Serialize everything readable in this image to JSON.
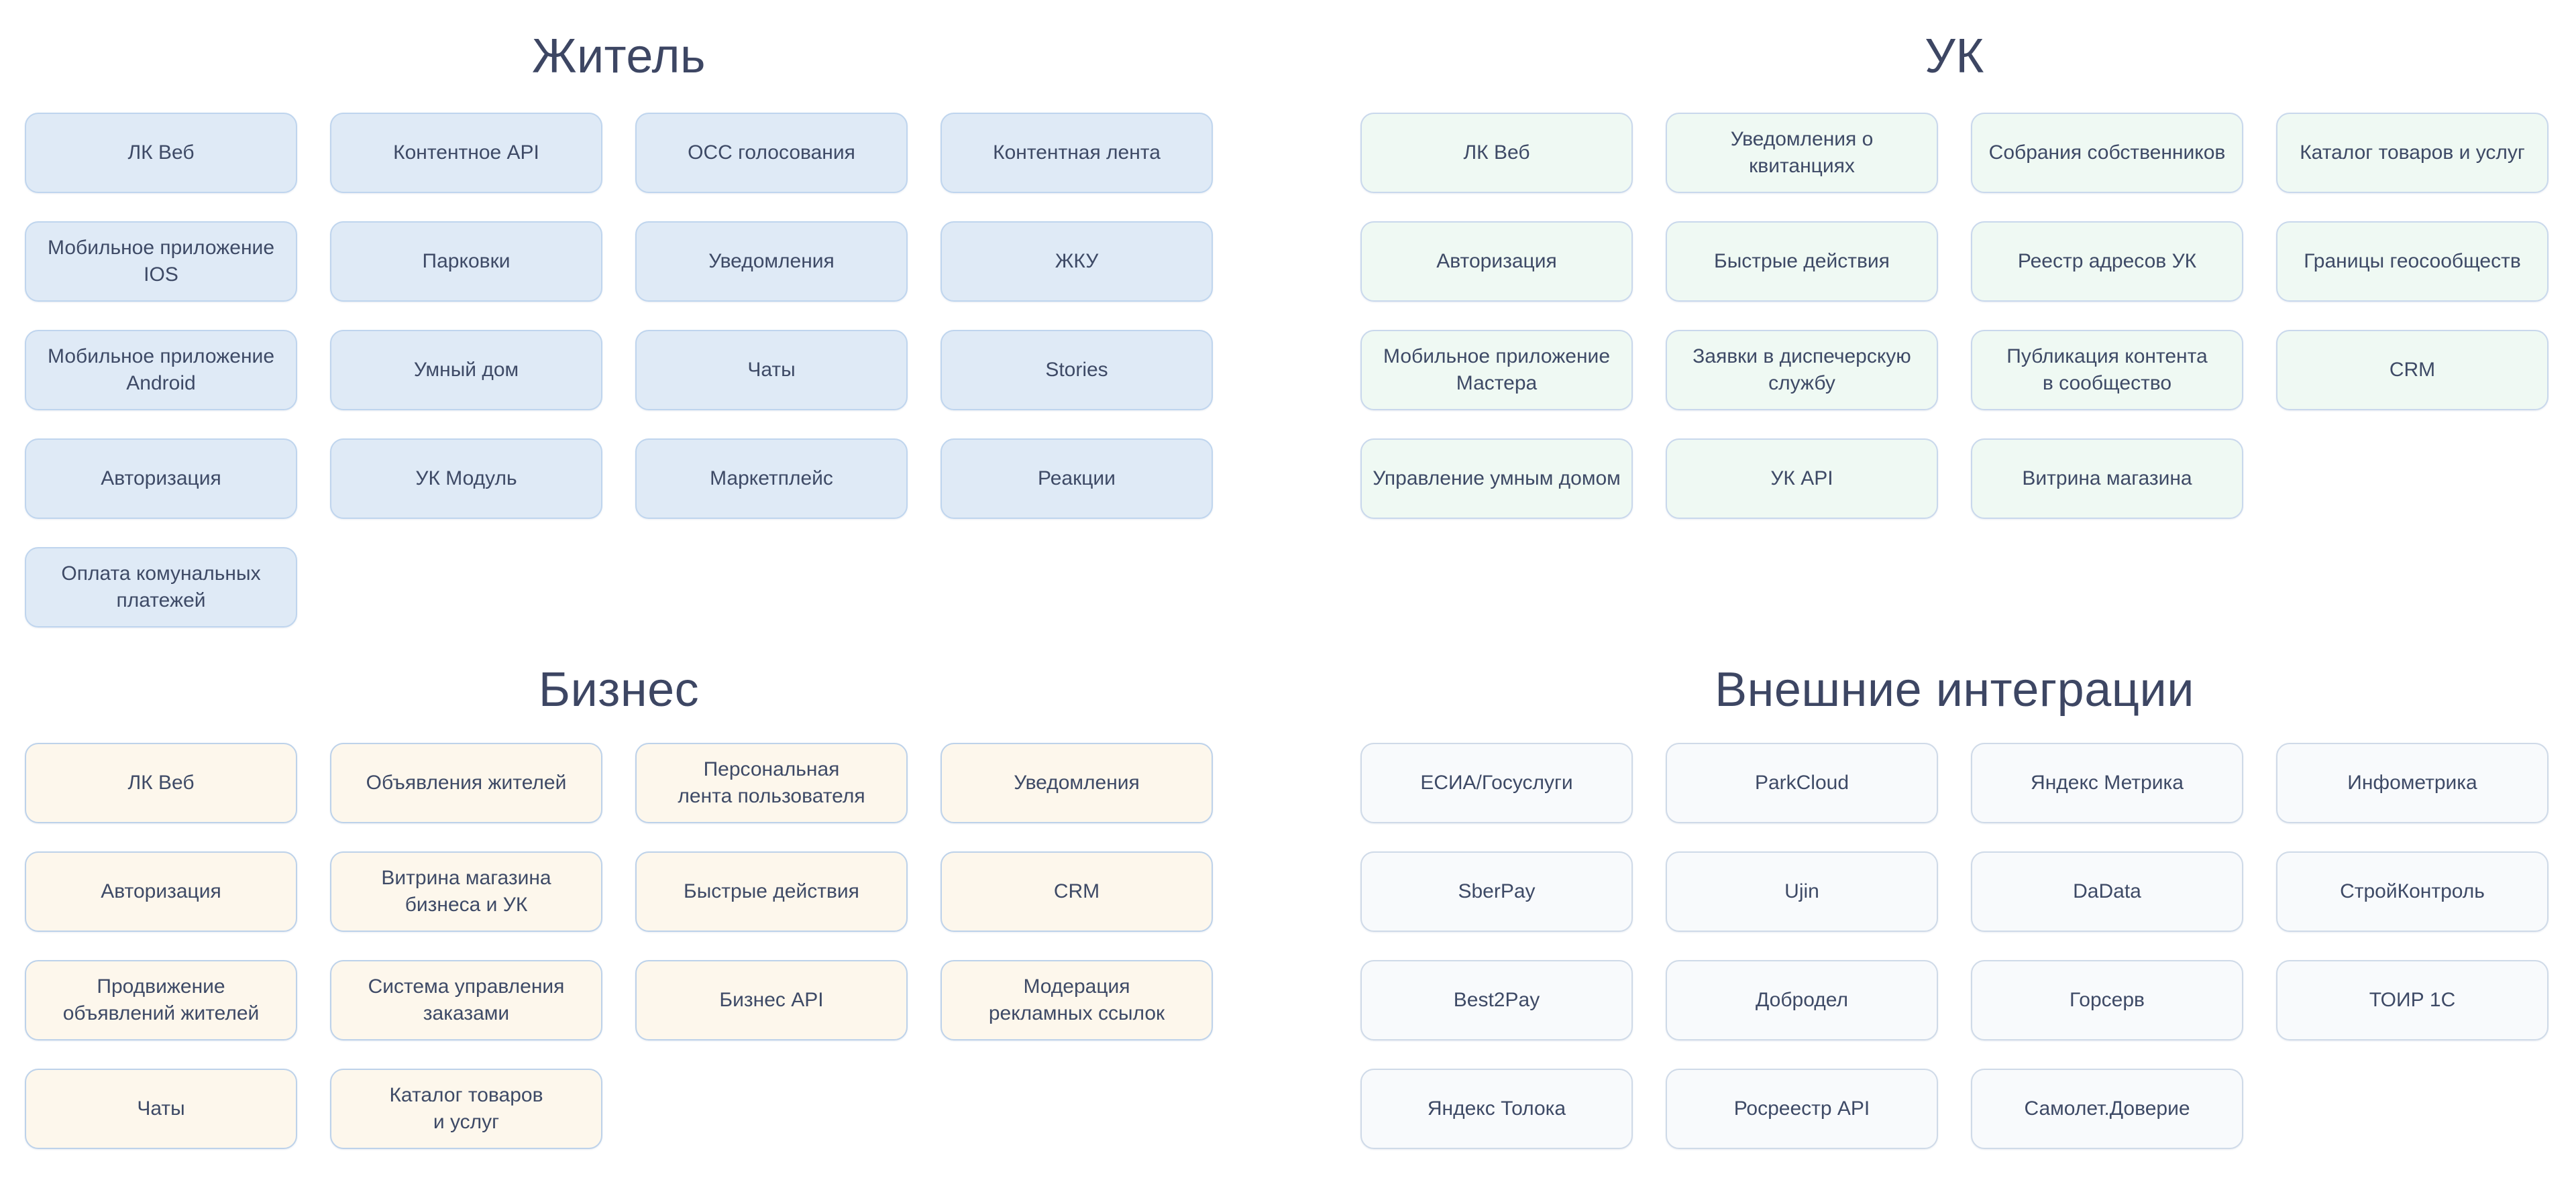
{
  "page": {
    "background": "#ffffff",
    "title_color": "#3d4663",
    "card_text_color": "#3e4a66"
  },
  "sections": [
    {
      "id": "resident",
      "title": "Житель",
      "fill": "#dfeaf6",
      "border": "#bfd5ee",
      "items": [
        "ЛК Веб",
        "Контентное API",
        "ОСС голосования",
        "Контентная лента",
        "Мобильное приложение\nIOS",
        "Парковки",
        "Уведомления",
        "ЖКУ",
        "Мобильное приложение\nAndroid",
        "Умный дом",
        "Чаты",
        "Stories",
        "Авторизация",
        "УК Модуль",
        "Маркетплейс",
        "Реакции",
        "Оплата комунальных\nплатежей"
      ]
    },
    {
      "id": "uk",
      "title": "УК",
      "fill": "#eff9f3",
      "border": "#c9d8ec",
      "items": [
        "ЛК Веб",
        "Уведомления о квитанциях",
        "Собрания собственников",
        "Каталог товаров и услуг",
        "Авторизация",
        "Быстрые действия",
        "Реестр адресов УК",
        "Границы геосообществ",
        "Мобильное приложение\nМастера",
        "Заявки в диспечерскую\nслужбу",
        "Публикация контента\nв сообщество",
        "CRM",
        "Управление умным домом",
        "УК API",
        "Витрина магазина"
      ]
    },
    {
      "id": "business",
      "title": "Бизнес",
      "fill": "#fdf7ec",
      "border": "#bdd2ea",
      "items": [
        "ЛК Веб",
        "Объявления жителей",
        "Персональная\nлента пользователя",
        "Уведомления",
        "Авторизация",
        "Витрина магазина\nбизнеса и УК",
        "Быстрые действия",
        "CRM",
        "Продвижение\nобъявлений жителей",
        "Система управления\nзаказами",
        "Бизнес API",
        "Модерация\nрекламных ссылок",
        "Чаты",
        "Каталог товаров\nи услуг"
      ]
    },
    {
      "id": "external",
      "title": "Внешние интеграции",
      "fill": "#f8fafc",
      "border": "#cfdae8",
      "items": [
        "ЕСИА/Госуслуги",
        "ParkCloud",
        "Яндекс Метрика",
        "Инфометрика",
        "SberPay",
        "Ujin",
        "DaData",
        "СтройКонтроль",
        "Best2Pay",
        "Добродел",
        "Горсерв",
        "ТОИР 1С",
        "Яндекс Толока",
        "Росреестр API",
        "Самолет.Доверие"
      ]
    }
  ]
}
